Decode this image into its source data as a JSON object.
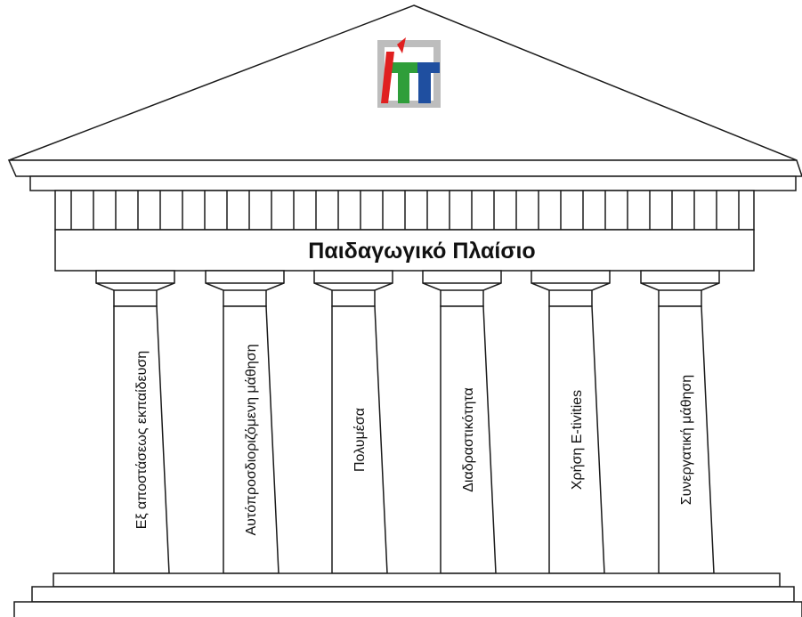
{
  "title": "Παιδαγωγικό Πλαίσιο",
  "logo": {
    "name": "ITT logo",
    "colors": {
      "red": "#e02020",
      "green": "#2f9e3a",
      "blue": "#1f4fa0",
      "gray": "#b8b8b8"
    }
  },
  "pillars": [
    {
      "label": "Εξ αποστάσεως εκπαίδευση"
    },
    {
      "label": "Αυτόπροσδιοριζόμενη μάθηση"
    },
    {
      "label": "Πολυμέσα"
    },
    {
      "label": "Διαδραστικότητα"
    },
    {
      "label": "Χρήση E-tivities"
    },
    {
      "label": "Συνεργατική μάθηση"
    }
  ]
}
